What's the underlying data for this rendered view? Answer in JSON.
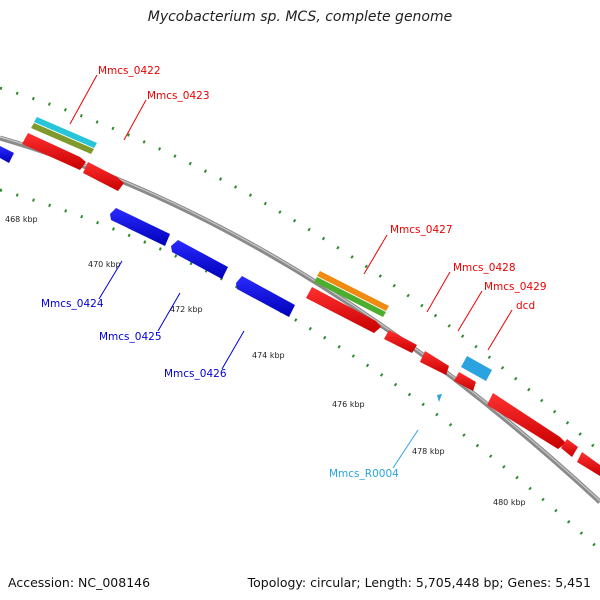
{
  "title": "Mycobacterium sp. MCS, complete genome",
  "footer": {
    "accession": "Accession: NC_008146",
    "summary": "Topology: circular; Length: 5,705,448 bp; Genes: 5,451"
  },
  "colors": {
    "forward_cds": "#ee0000",
    "reverse_cds": "#0000dd",
    "rna": "#2aa3e0",
    "backbone": "#8a8a8a",
    "cog_orange": "#f08a10",
    "cog_green": "#4cae2c",
    "cog_cyan": "#28c4d8",
    "cog_olive": "#7f9a2a",
    "gc_dots": "#2e8b2e"
  },
  "ticks": [
    "468 kbp",
    "470 kbp",
    "472 kbp",
    "474 kbp",
    "476 kbp",
    "478 kbp",
    "480 kbp"
  ],
  "labels": {
    "mmcs_0422": "Mmcs_0422",
    "mmcs_0423": "Mmcs_0423",
    "mmcs_0424": "Mmcs_0424",
    "mmcs_0425": "Mmcs_0425",
    "mmcs_0426": "Mmcs_0426",
    "mmcs_0427": "Mmcs_0427",
    "mmcs_0428": "Mmcs_0428",
    "mmcs_0429": "Mmcs_0429",
    "dcd": "dcd",
    "mmcs_r0004": "Mmcs_R0004"
  }
}
